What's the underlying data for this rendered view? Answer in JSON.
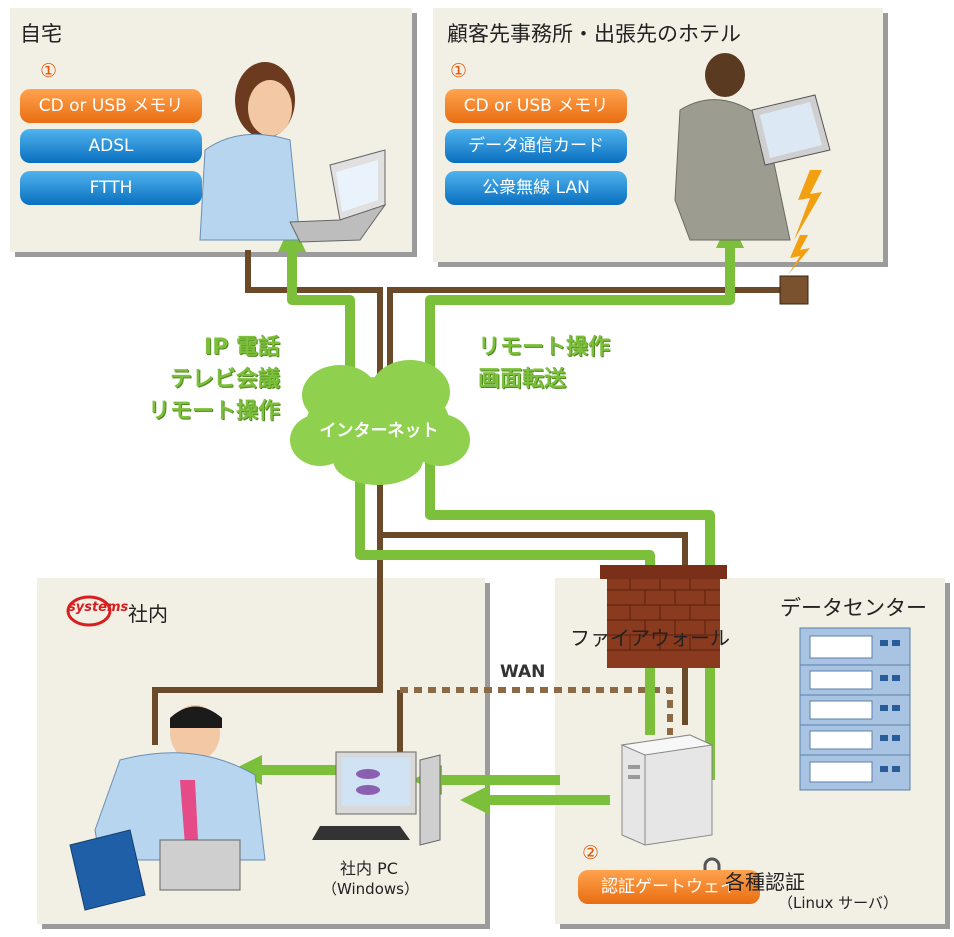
{
  "home": {
    "title": "自宅",
    "marker": "①",
    "options": [
      "CD or USB メモリ",
      "ADSL",
      "FTTH"
    ]
  },
  "hotel": {
    "title": "顧客先事務所・出張先のホテル",
    "marker": "①",
    "options": [
      "CD or USB メモリ",
      "データ通信カード",
      "公衆無線 LAN"
    ]
  },
  "left_labels": [
    "IP 電話",
    "テレビ会議",
    "リモート操作"
  ],
  "right_labels": [
    "リモート操作",
    "画面転送"
  ],
  "internet_label": "インターネット",
  "office": {
    "logo_text": "systems",
    "title": "社内",
    "pc_label": "社内 PC",
    "pc_sub": "（Windows）"
  },
  "wan_label": "WAN",
  "firewall_label": "ファイアウォール",
  "datacenter": {
    "title": "データセンター",
    "marker": "②",
    "gateway_label": "認証ゲートウェイ",
    "auth_label": "各種認証",
    "auth_sub": "（Linux サーバ）"
  },
  "colors": {
    "panel": "#f2efe4",
    "green": "#7cbf3a",
    "brown": "#6b4a2a",
    "orange": "#f07f1e",
    "blue": "#1a82d6"
  },
  "icons": [
    "person-phone-icon",
    "laptop-icon",
    "cloud-icon",
    "firewall-brick-icon",
    "server-rack-icon",
    "tower-server-icon",
    "desktop-pc-icon",
    "lock-icon",
    "lightning-icon"
  ]
}
